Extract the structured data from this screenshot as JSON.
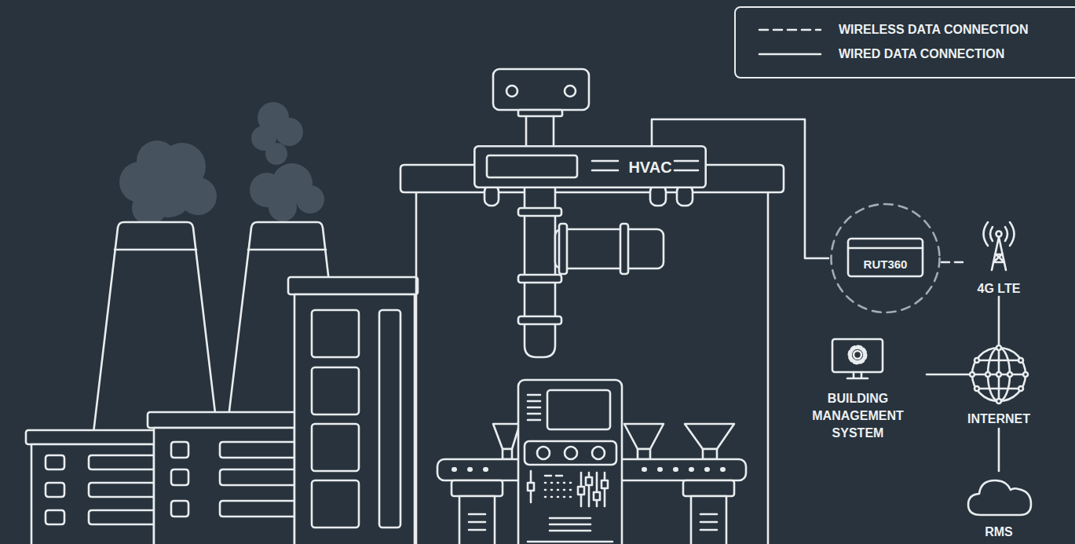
{
  "diagram": {
    "nodes": [
      {
        "text": [
          "HVAC"
        ]
      },
      {
        "text": [
          "RUT360"
        ]
      },
      {
        "text": [
          "4G LTE"
        ]
      },
      {
        "text": [
          "BUILDING MANAGEMENT SYSTEM"
        ]
      },
      {
        "text": [
          "INTERNET"
        ]
      },
      {
        "text": [
          "RMS"
        ]
      }
    ],
    "edges": [
      {
        "from": 0,
        "to": 1,
        "arrow": "none"
      },
      {
        "from": 1,
        "to": 2,
        "arrow": "none"
      },
      {
        "from": 2,
        "to": 4,
        "arrow": "none"
      },
      {
        "from": 3,
        "to": 4,
        "arrow": "none"
      },
      {
        "from": 4,
        "to": 5,
        "arrow": "none"
      }
    ],
    "legend": [
      {
        "text": "WIRELESS DATA CONNECTION"
      },
      {
        "text": "WIRED DATA CONNECTION"
      }
    ]
  }
}
